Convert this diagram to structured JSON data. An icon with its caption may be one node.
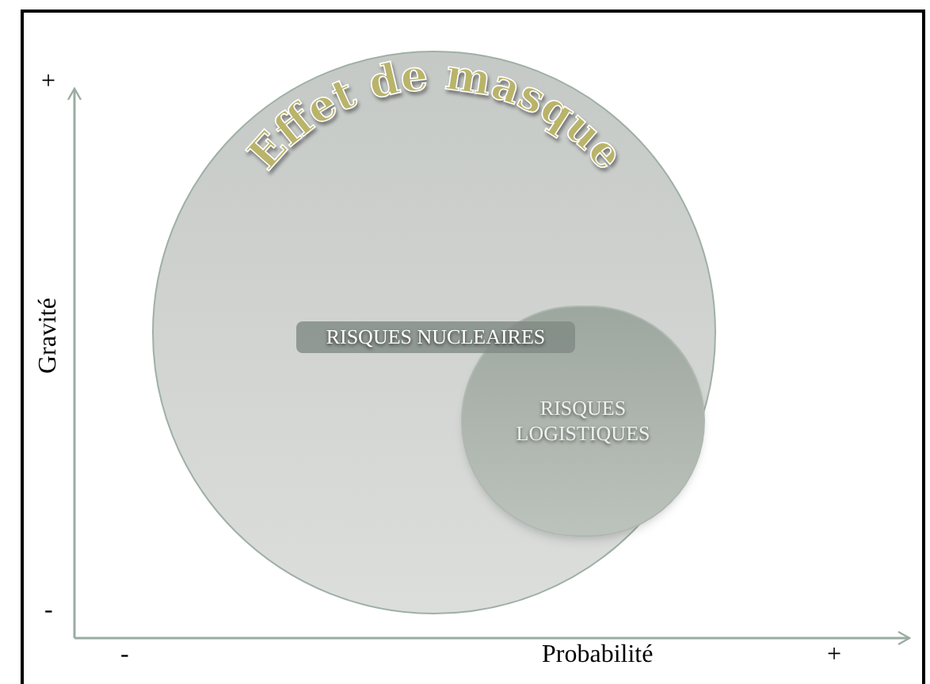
{
  "diagram": {
    "nodes": [
      {
        "text": [
          "Effet de masque",
          "RISQUES NUCLEAIRES"
        ]
      },
      {
        "text": [
          "RISQUES LOGISTIQUES"
        ],
        "in": 0
      }
    ],
    "labels": [
      "+",
      "Gravité",
      "-",
      "-",
      "Probabilité",
      "+"
    ]
  }
}
